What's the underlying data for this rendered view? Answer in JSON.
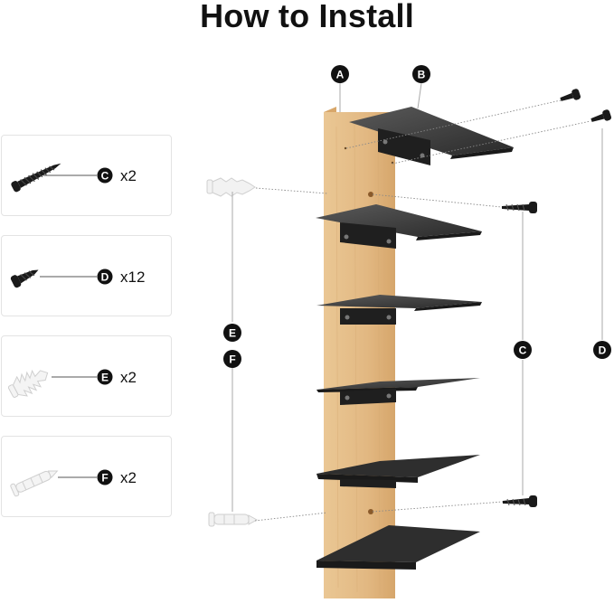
{
  "title": "How to Install",
  "colors": {
    "wood": "#e6bf8a",
    "wood_side": "#d9a86c",
    "metal": "#2b2b2b",
    "badge": "#111111",
    "plastic": "#f1f1f1"
  },
  "parts": [
    {
      "label": "C",
      "quantity": "x2",
      "icon": "long-screw-icon"
    },
    {
      "label": "D",
      "quantity": "x12",
      "icon": "short-screw-icon"
    },
    {
      "label": "E",
      "quantity": "x2",
      "icon": "ribbed-wall-anchor-icon"
    },
    {
      "label": "F",
      "quantity": "x2",
      "icon": "wall-plug-icon"
    }
  ],
  "callouts": {
    "a": "A",
    "b": "B",
    "c": "C",
    "d": "D",
    "e": "E",
    "f": "F"
  }
}
